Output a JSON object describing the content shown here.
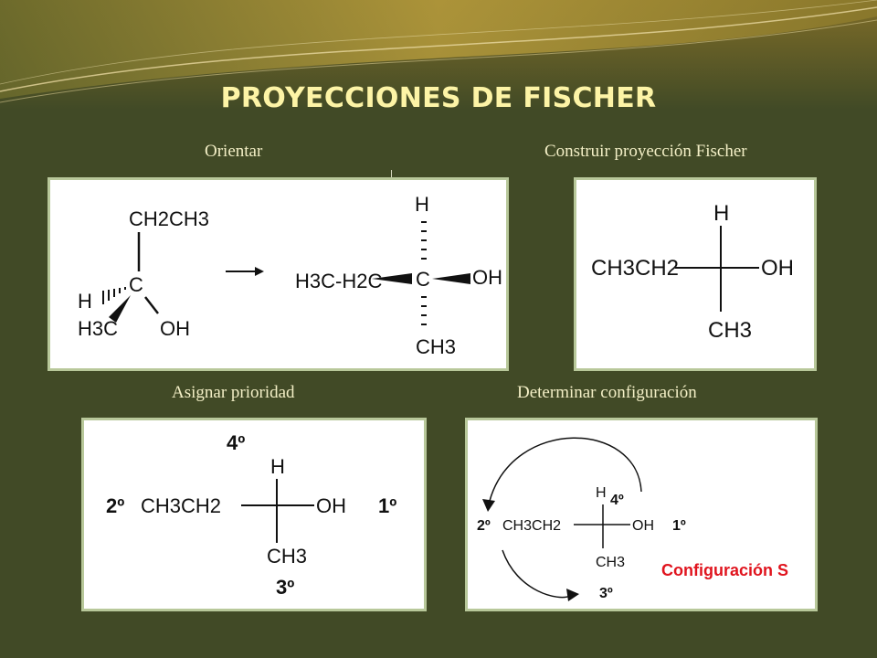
{
  "slide": {
    "title": "PROYECCIONES DE FISCHER",
    "captions": {
      "orient": "Orientar",
      "build": "Construir proyección Fischer",
      "priority": "Asignar prioridad",
      "configure": "Determinar configuración"
    }
  },
  "panel_orient": {
    "left": {
      "top": "CH2CH3",
      "center": "C",
      "h": "H",
      "ch3": "H3C",
      "oh": "OH"
    },
    "right": {
      "top": "H",
      "left": "H3C-H2C",
      "center": "C",
      "oh": "OH",
      "bottom": "CH3"
    }
  },
  "panel_build": {
    "top": "H",
    "left": "CH3CH2",
    "right": "OH",
    "bottom": "CH3"
  },
  "panel_priority": {
    "top_rank": "4º",
    "top": "H",
    "left_rank": "2º",
    "left": "CH3CH2",
    "right": "OH",
    "right_rank": "1º",
    "bottom": "CH3",
    "bottom_rank": "3º"
  },
  "panel_config": {
    "top": "H",
    "top_rank": "4º",
    "left_rank": "2º",
    "left": "CH3CH2",
    "right": "OH",
    "right_rank": "1º",
    "bottom": "CH3",
    "bottom_rank": "3º",
    "result": "Configuración S"
  },
  "colors": {
    "background": "#414a26",
    "title": "#fdf4a6",
    "panel_border": "#b8c89a",
    "result_text": "#e0141e"
  }
}
